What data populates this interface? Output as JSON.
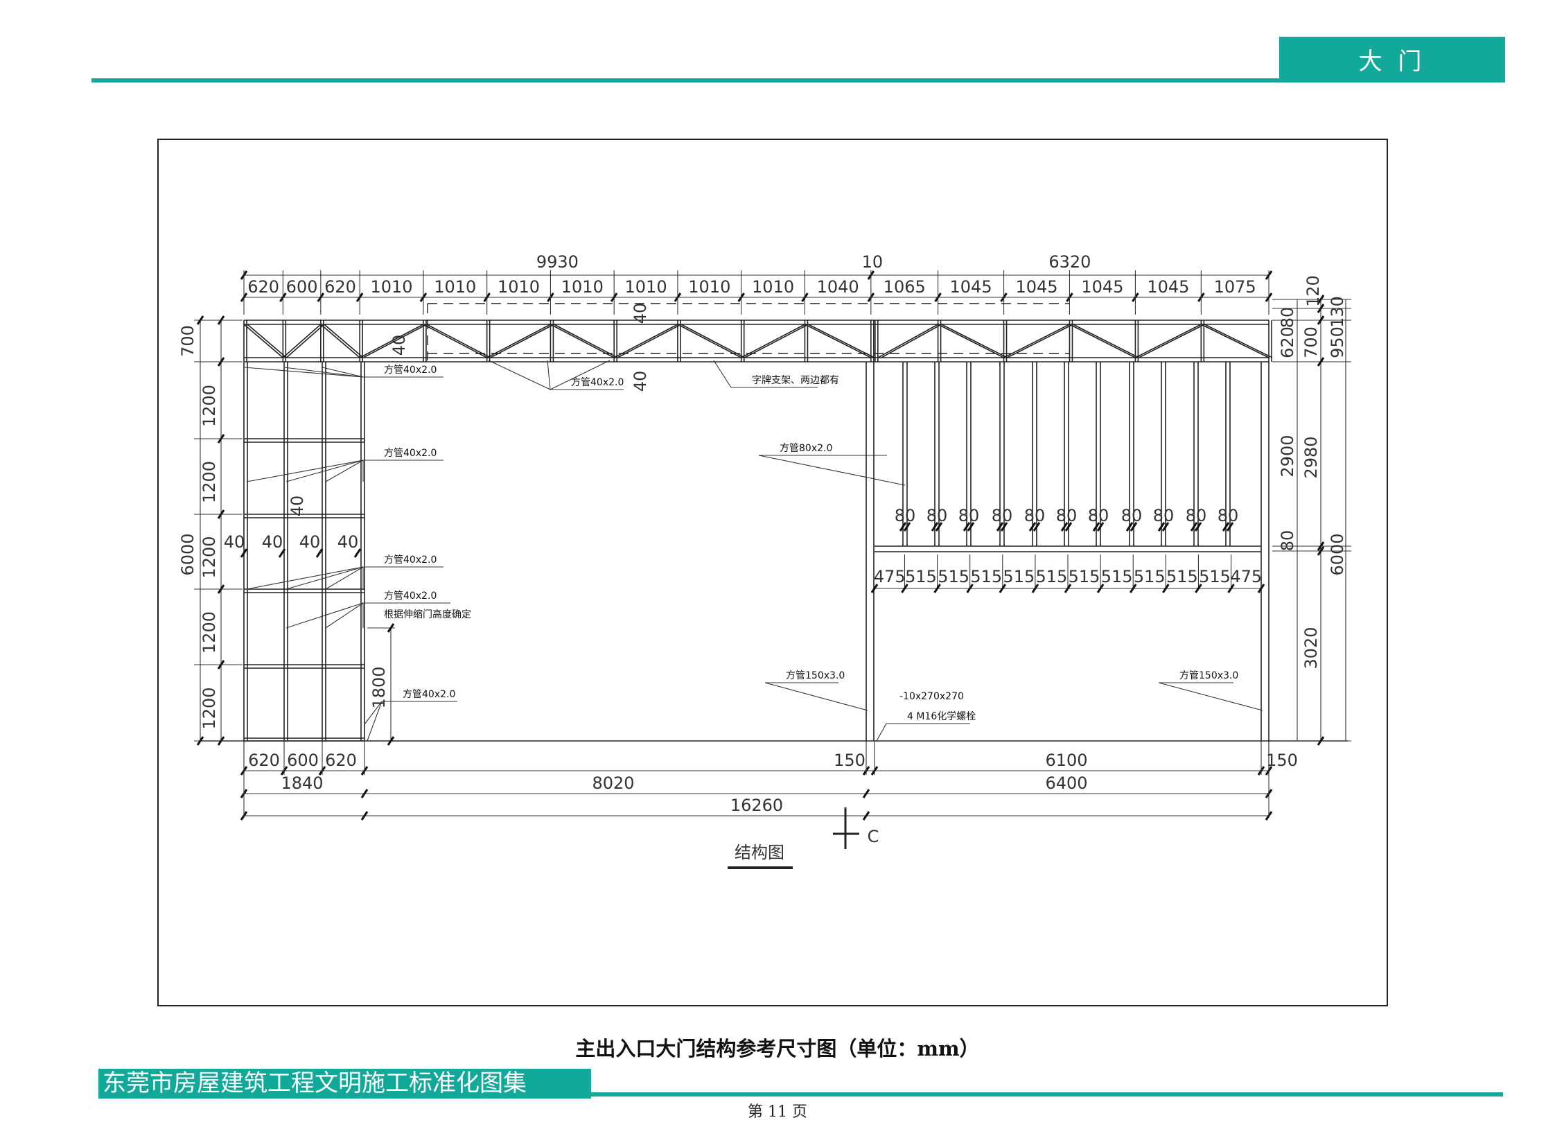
{
  "header": {
    "section_title": "大 门"
  },
  "drawing": {
    "title": "结构图",
    "section_mark": "C",
    "dims": {
      "top_overall": [
        "9930",
        "10",
        "6320"
      ],
      "top_chain": [
        "620",
        "600",
        "620",
        "1010",
        "1010",
        "1010",
        "1010",
        "1010",
        "1010",
        "1010",
        "1040",
        "1065",
        "1045",
        "1045",
        "1045",
        "1045",
        "1075"
      ],
      "left": [
        "700",
        "1200",
        "1200",
        "1200",
        "1200",
        "1200",
        "6000"
      ],
      "left_member_widths": [
        "40",
        "40",
        "40",
        "40"
      ],
      "member_40_marks": [
        "40",
        "40",
        "40",
        "40"
      ],
      "height_1800": "1800",
      "right": [
        "120",
        "80",
        "130",
        "620",
        "700",
        "950",
        "2900",
        "2980",
        "80",
        "6000",
        "3020"
      ],
      "bar_widths": [
        "80",
        "80",
        "80",
        "80",
        "80",
        "80",
        "80",
        "80",
        "80",
        "80",
        "80"
      ],
      "bar_spacing": [
        "475",
        "515",
        "515",
        "515",
        "515",
        "515",
        "515",
        "515",
        "515",
        "515",
        "515",
        "475"
      ],
      "bottom_row1": [
        "620",
        "600",
        "620",
        "150",
        "6100",
        "150"
      ],
      "bottom_row2": [
        "1840",
        "8020",
        "6400"
      ],
      "bottom_total": "16260"
    },
    "annotations": [
      "方管40x2.0",
      "方管40x2.0",
      "字牌支架、两边都有",
      "方管40x2.0",
      "方管80x2.0",
      "方管40x2.0",
      "方管40x2.0",
      "根据伸缩门高度确定",
      "方管40x2.0",
      "方管150x3.0",
      "-10x270x270",
      "4 M16化学螺栓",
      "方管150x3.0"
    ]
  },
  "caption": "主出入口大门结构参考尺寸图（单位：mm）",
  "footer": {
    "book_title": "东莞市房屋建筑工程文明施工标准化图集",
    "page": "第 11 页"
  },
  "colors": {
    "accent": "#12a89a",
    "line": "#222222"
  }
}
